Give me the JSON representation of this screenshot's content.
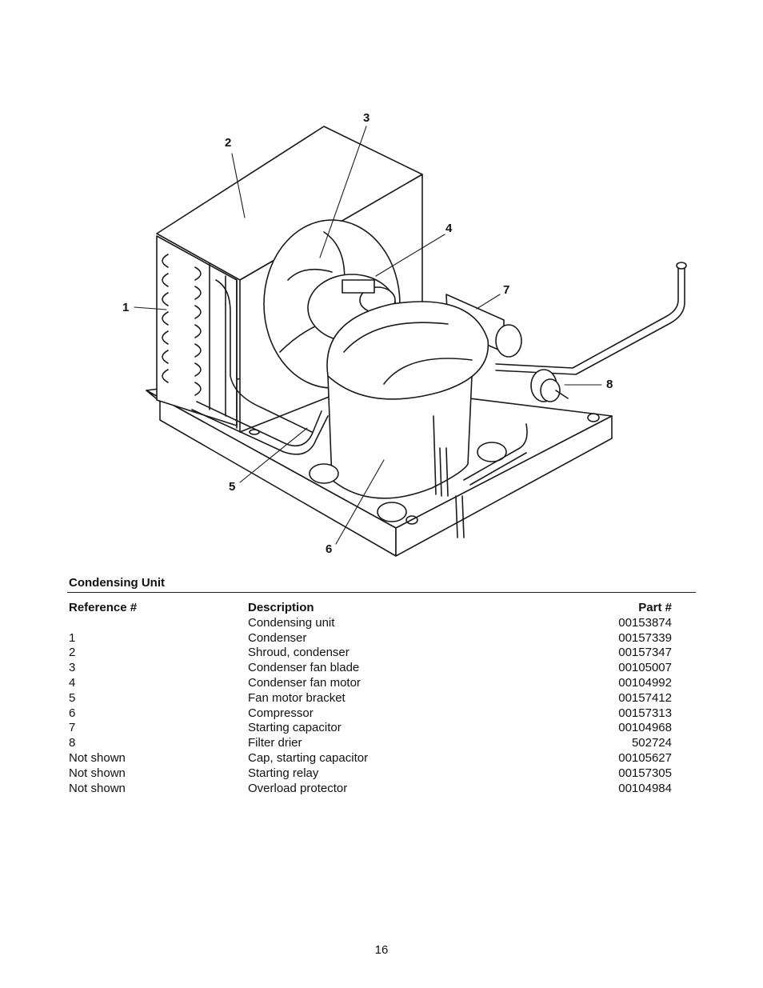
{
  "figure": {
    "name": "condensing-unit-exploded-view",
    "callouts": [
      "1",
      "2",
      "3",
      "4",
      "5",
      "6",
      "7",
      "8"
    ]
  },
  "section_title": "Condensing Unit",
  "table": {
    "headers": {
      "ref": "Reference #",
      "desc": "Description",
      "part": "Part #"
    },
    "rows": [
      {
        "ref": "",
        "desc": "Condensing unit",
        "part": "00153874"
      },
      {
        "ref": "1",
        "desc": "Condenser",
        "part": "00157339"
      },
      {
        "ref": "2",
        "desc": "Shroud, condenser",
        "part": "00157347"
      },
      {
        "ref": "3",
        "desc": "Condenser fan blade",
        "part": "00105007"
      },
      {
        "ref": "4",
        "desc": "Condenser fan motor",
        "part": "00104992"
      },
      {
        "ref": "5",
        "desc": "Fan motor bracket",
        "part": "00157412"
      },
      {
        "ref": "6",
        "desc": "Compressor",
        "part": "00157313"
      },
      {
        "ref": "7",
        "desc": "Starting capacitor",
        "part": "00104968"
      },
      {
        "ref": "8",
        "desc": "Filter drier",
        "part": "502724"
      },
      {
        "ref": "Not shown",
        "desc": "Cap, starting capacitor",
        "part": "00105627"
      },
      {
        "ref": "Not shown",
        "desc": "Starting relay",
        "part": "00157305"
      },
      {
        "ref": "Not shown",
        "desc": "Overload protector",
        "part": "00104984"
      }
    ]
  },
  "page_number": "16"
}
